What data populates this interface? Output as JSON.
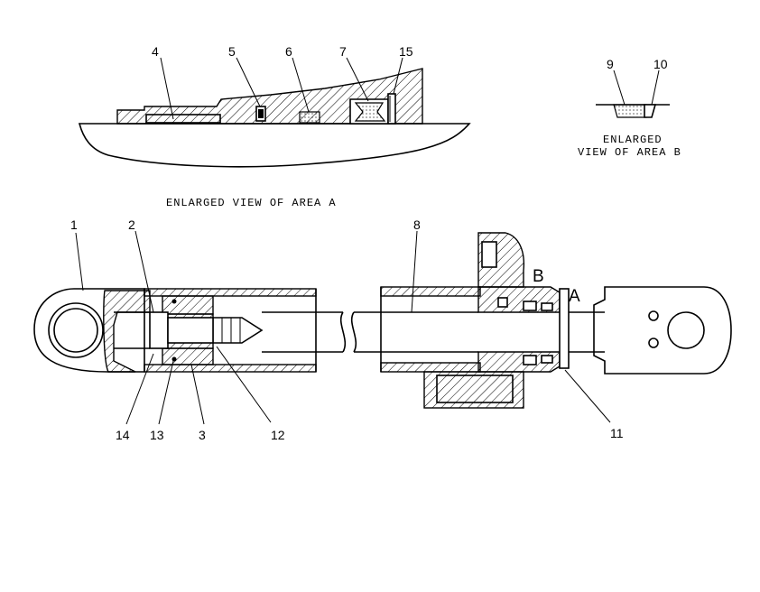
{
  "callouts": {
    "c1": "1",
    "c2": "2",
    "c3": "3",
    "c4": "4",
    "c5": "5",
    "c6": "6",
    "c7": "7",
    "c8": "8",
    "c9": "9",
    "c10": "10",
    "c11": "11",
    "c12": "12",
    "c13": "13",
    "c14": "14",
    "c15": "15"
  },
  "captions": {
    "area_a": "ENLARGED VIEW OF AREA A",
    "area_b_line1": "ENLARGED",
    "area_b_line2": "VIEW OF AREA B"
  },
  "markers": {
    "b": "B",
    "a": "A"
  }
}
